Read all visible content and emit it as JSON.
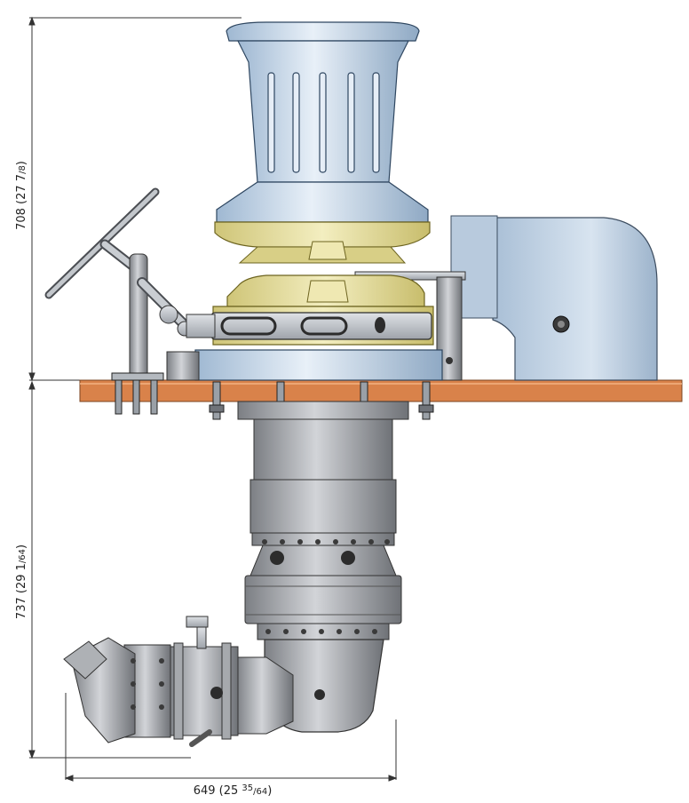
{
  "dimensions": {
    "above_deck": {
      "main": "708 (27 7",
      "frac": "/8",
      "close": ")"
    },
    "below_deck": {
      "main": "737 (29 1",
      "frac": "/64",
      "close": ")"
    },
    "width": {
      "main": "649 (25 ",
      "frac_num": "35",
      "frac_den": "/64",
      "close": ")"
    }
  },
  "colors": {
    "capstan_blue": "#c4d6e8",
    "gypsy_yellow": "#e4dc9a",
    "deck_wood": "#d9824a",
    "motor_grey": "#9a9ca0",
    "steel": "#b7bcc3"
  }
}
